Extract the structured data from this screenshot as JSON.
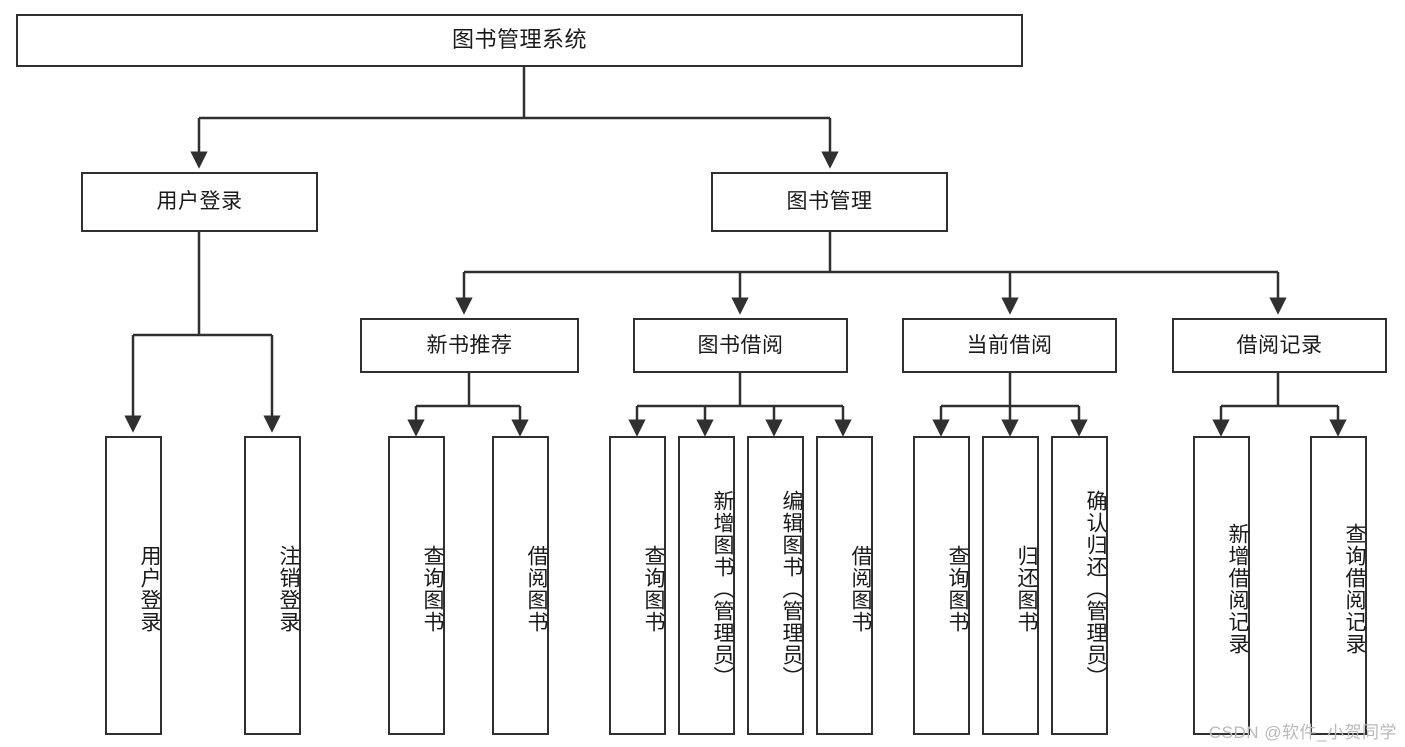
{
  "diagram": {
    "title": "图书管理系统",
    "type": "tree-hierarchy",
    "levels": 4,
    "root": {
      "label": "图书管理系统"
    },
    "level2": [
      {
        "label": "用户登录"
      },
      {
        "label": "图书管理"
      }
    ],
    "level3": [
      {
        "label": "新书推荐"
      },
      {
        "label": "图书借阅"
      },
      {
        "label": "当前借阅"
      },
      {
        "label": "借阅记录"
      }
    ],
    "leaves": {
      "user_login": [
        {
          "label": "用户登录"
        },
        {
          "label": "注销登录"
        }
      ],
      "new_book_recommend": [
        {
          "label": "查询图书"
        },
        {
          "label": "借阅图书"
        }
      ],
      "book_borrow": [
        {
          "label": "查询图书"
        },
        {
          "label": "新增图书（管理员）"
        },
        {
          "label": "编辑图书（管理员）"
        },
        {
          "label": "借阅图书"
        }
      ],
      "current_borrow": [
        {
          "label": "查询图书"
        },
        {
          "label": "归还图书"
        },
        {
          "label": "确认归还（管理员）"
        }
      ],
      "borrow_records": [
        {
          "label": "新增借阅记录"
        },
        {
          "label": "查询借阅记录"
        }
      ]
    }
  },
  "watermark": {
    "text": "CSDN @软件_小贺同学"
  },
  "colors": {
    "border": "#303030",
    "background": "#ffffff",
    "text": "#1a1a1a",
    "watermark": "#b9b9b9"
  }
}
